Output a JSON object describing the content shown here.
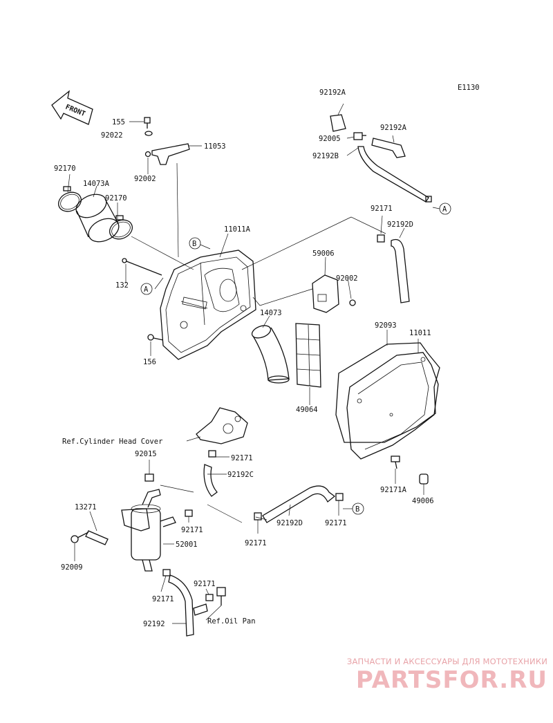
{
  "diagram_code": "E1130",
  "front_label": "FRONT",
  "part_labels": [
    {
      "id": "p155",
      "text": "155"
    },
    {
      "id": "p92022",
      "text": "92022"
    },
    {
      "id": "p11053",
      "text": "11053"
    },
    {
      "id": "p92002a",
      "text": "92002"
    },
    {
      "id": "p92170a",
      "text": "92170"
    },
    {
      "id": "p14073A",
      "text": "14073A"
    },
    {
      "id": "p92170b",
      "text": "92170"
    },
    {
      "id": "p11011A",
      "text": "11011A"
    },
    {
      "id": "p132",
      "text": "132"
    },
    {
      "id": "p156",
      "text": "156"
    },
    {
      "id": "p14073",
      "text": "14073"
    },
    {
      "id": "p59006",
      "text": "59006"
    },
    {
      "id": "p92002b",
      "text": "92002"
    },
    {
      "id": "p92192A1",
      "text": "92192A"
    },
    {
      "id": "p92005",
      "text": "92005"
    },
    {
      "id": "p92192A2",
      "text": "92192A"
    },
    {
      "id": "p92192B",
      "text": "92192B"
    },
    {
      "id": "p92171a",
      "text": "92171"
    },
    {
      "id": "p92192D1",
      "text": "92192D"
    },
    {
      "id": "p92093",
      "text": "92093"
    },
    {
      "id": "p11011",
      "text": "11011"
    },
    {
      "id": "p49064",
      "text": "49064"
    },
    {
      "id": "p92171A",
      "text": "92171A"
    },
    {
      "id": "p49006",
      "text": "49006"
    },
    {
      "id": "p92015",
      "text": "92015"
    },
    {
      "id": "p92171b",
      "text": "92171"
    },
    {
      "id": "p92192C",
      "text": "92192C"
    },
    {
      "id": "p13271",
      "text": "13271"
    },
    {
      "id": "p92171c",
      "text": "92171"
    },
    {
      "id": "p52001",
      "text": "52001"
    },
    {
      "id": "p92009",
      "text": "92009"
    },
    {
      "id": "p92171d",
      "text": "92171"
    },
    {
      "id": "p92192D2",
      "text": "92192D"
    },
    {
      "id": "p92171e",
      "text": "92171"
    },
    {
      "id": "p92171f",
      "text": "92171"
    },
    {
      "id": "p92171g",
      "text": "92171"
    },
    {
      "id": "p92192",
      "text": "92192"
    }
  ],
  "ref_labels": {
    "cylinder_head_cover": "Ref.Cylinder Head Cover",
    "oil_pan": "Ref.Oil Pan"
  },
  "callouts": {
    "a1": "A",
    "a2": "A",
    "b1": "B",
    "b2": "B"
  },
  "watermark": {
    "tagline": "ЗАПЧАСТИ И АКСЕССУАРЫ ДЛЯ МОТОТЕХНИКИ",
    "brand": "PARTSFOR.RU"
  }
}
